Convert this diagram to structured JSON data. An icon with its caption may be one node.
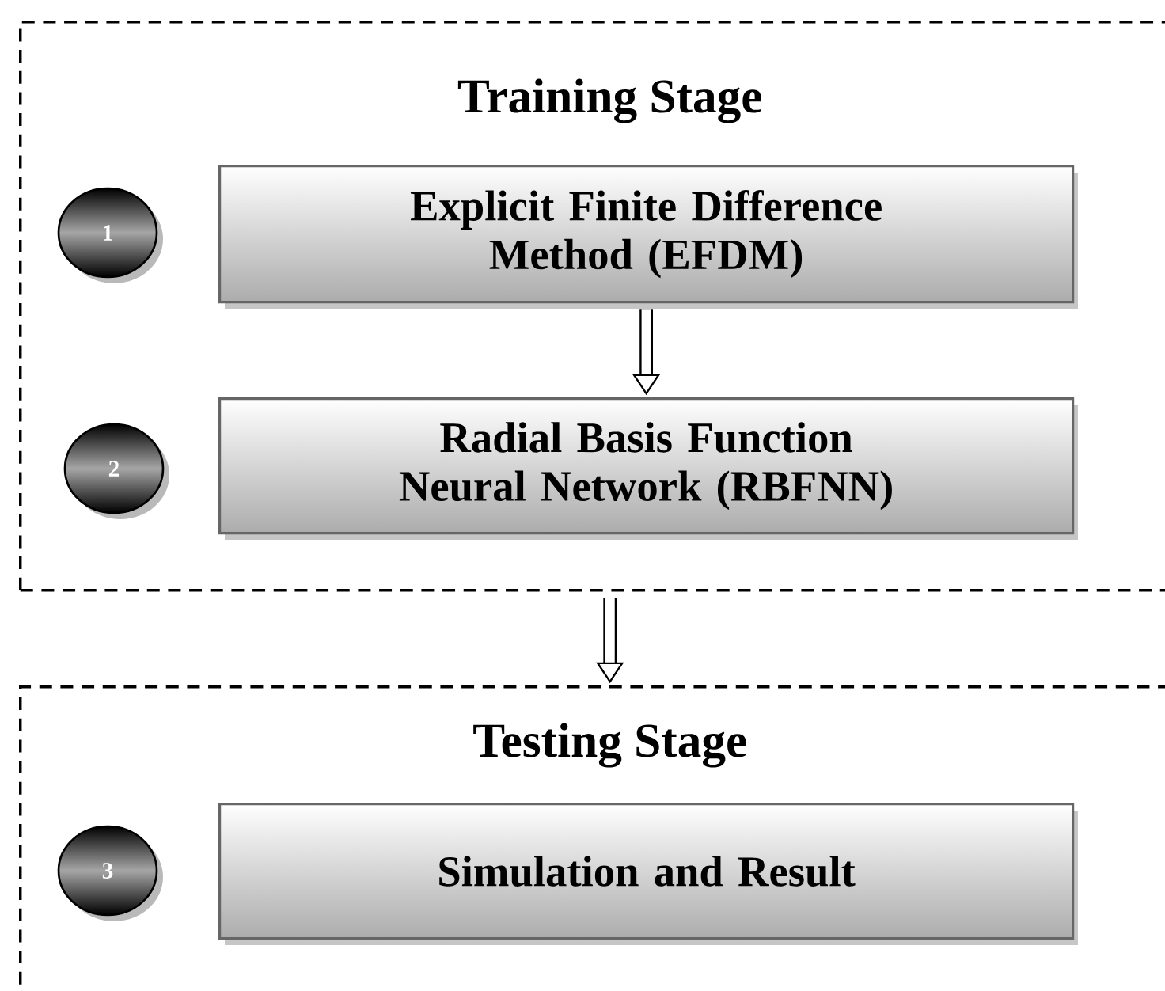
{
  "diagram": {
    "nodes": [
      {
        "text": [
          "Training Stage"
        ]
      },
      {
        "text": [
          "1"
        ],
        "in": 0
      },
      {
        "text": [
          "Explicit Finite Difference Method (EFDM)"
        ],
        "in": 0
      },
      {
        "text": [
          "2"
        ],
        "in": 0
      },
      {
        "text": [
          "Radial Basis Function Neural Network (RBFNN)"
        ],
        "in": 0
      },
      {
        "text": [
          "Testing Stage"
        ]
      },
      {
        "text": [
          "3"
        ],
        "in": 5
      },
      {
        "text": [
          "Simulation and Result"
        ],
        "in": 5
      }
    ],
    "edges": [
      {
        "from": 2,
        "to": 4,
        "arrow": "to"
      },
      {
        "from": 0,
        "to": 5,
        "arrow": "to"
      }
    ]
  }
}
